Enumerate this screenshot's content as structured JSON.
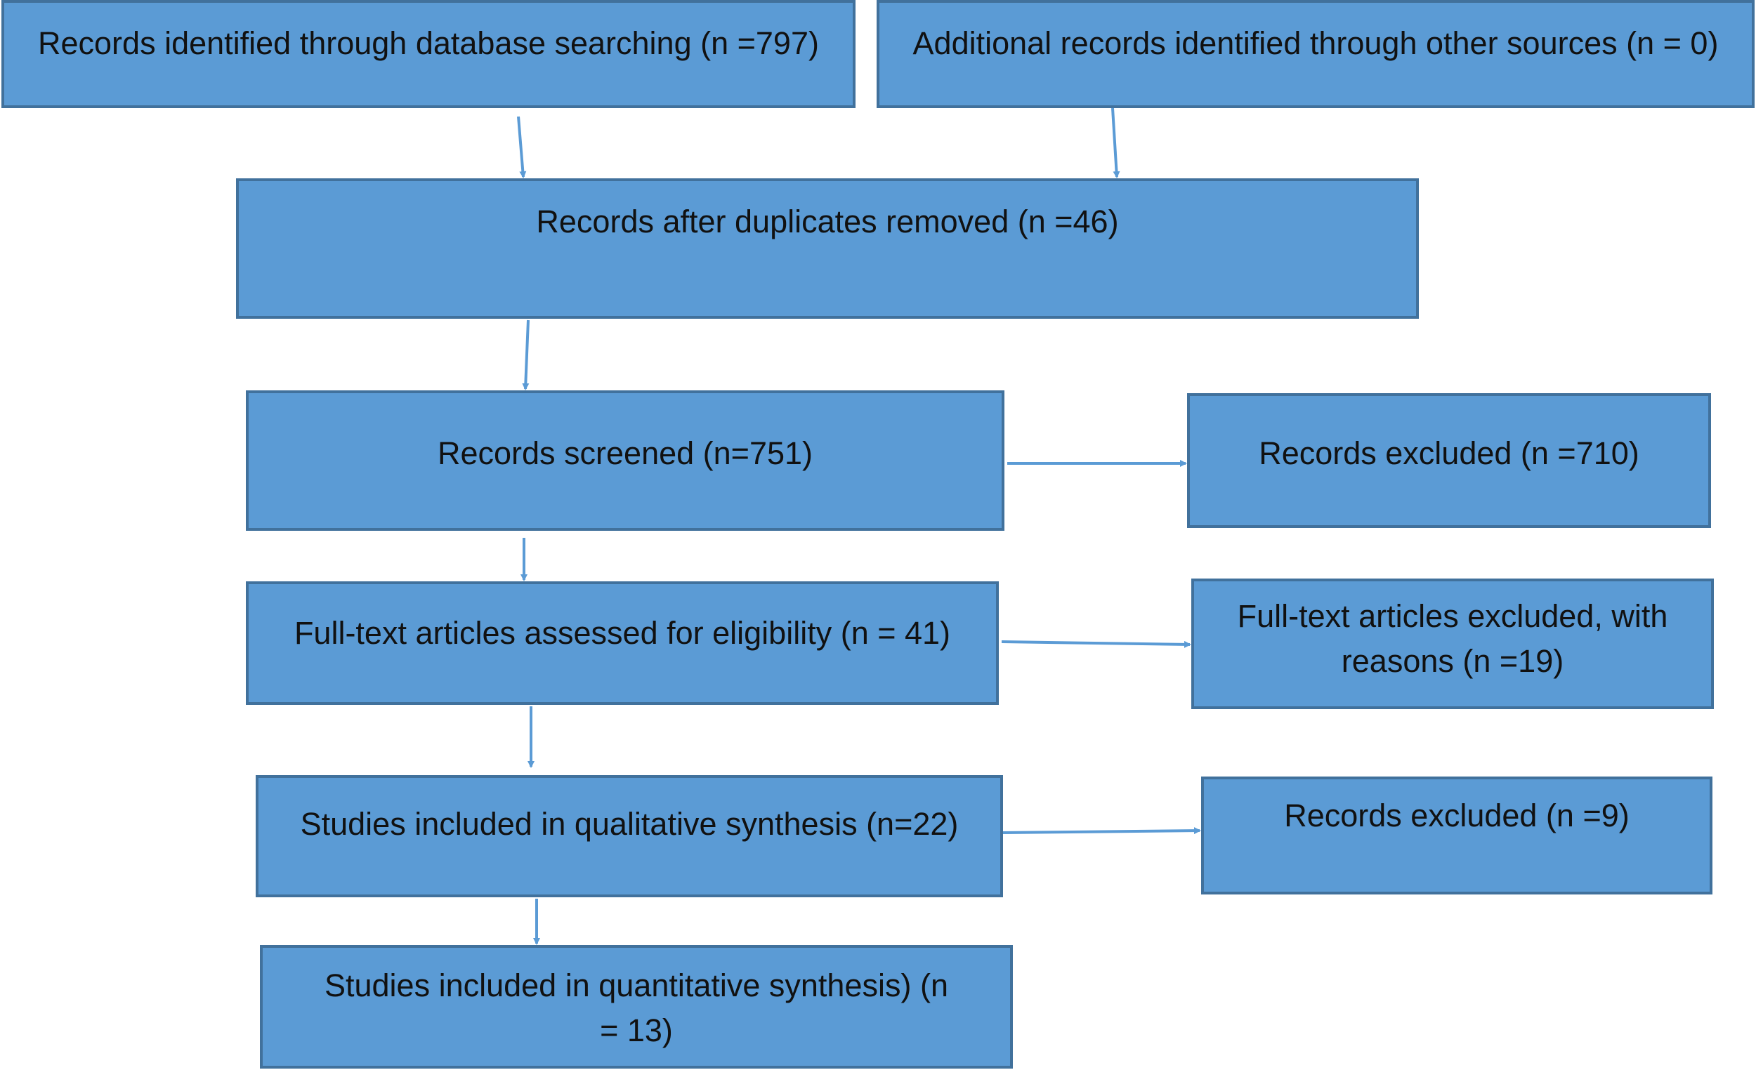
{
  "boxes": {
    "db_search": "Records identified through database searching (n =797)",
    "other_sources": "Additional records identified through other sources (n = 0)",
    "after_duplicates": "Records after duplicates removed (n =46)",
    "screened": "Records screened (n=751)",
    "excluded_screen": "Records excluded (n =710)",
    "fulltext_assessed": "Full-text articles assessed for eligibility (n = 41)",
    "fulltext_excluded": "Full-text articles excluded, with reasons (n =19)",
    "qualitative": "Studies included in qualitative synthesis (n=22)",
    "excluded_qual": "Records excluded (n =9)",
    "quantitative": "Studies included in quantitative synthesis) (n = 13)"
  },
  "colors": {
    "box_fill": "#5b9bd5",
    "box_border": "#41719c",
    "arrow": "#5b9bd5"
  }
}
